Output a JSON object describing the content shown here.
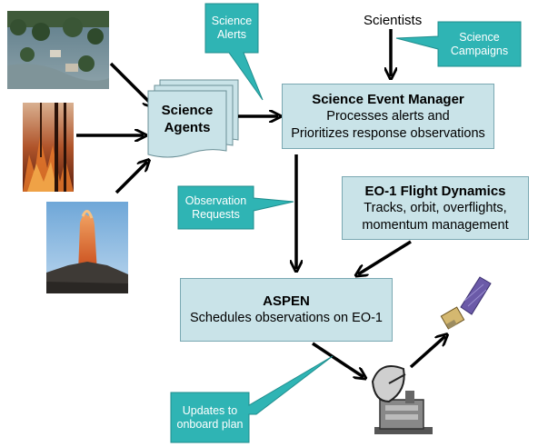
{
  "diagram": {
    "science_alerts": "Science\nAlerts",
    "scientists": "Scientists",
    "science_campaigns": "Science\nCampaigns",
    "science_agents": "Science\nAgents",
    "event_manager": {
      "title": "Science Event Manager",
      "line1": "Processes alerts and",
      "line2": "Prioritizes response observations"
    },
    "observation_requests": "Observation\nRequests",
    "flight_dynamics": {
      "title": "EO-1 Flight Dynamics",
      "line1": "Tracks, orbit, overflights,",
      "line2": "momentum management"
    },
    "aspen": {
      "title": "ASPEN",
      "line1": "Schedules observations on EO-1"
    },
    "updates": "Updates to\nonboard plan"
  },
  "colors": {
    "callout_fill": "#2fb4b4",
    "box_fill": "#c9e3e8",
    "box_border": "#7aa8b2",
    "arrow": "#000000"
  },
  "images": {
    "photo_1": "flood-photo",
    "photo_2": "wildfire-photo",
    "photo_3": "volcano-photo",
    "satellite": "satellite-icon",
    "ground_station": "ground-station-dish-icon"
  }
}
